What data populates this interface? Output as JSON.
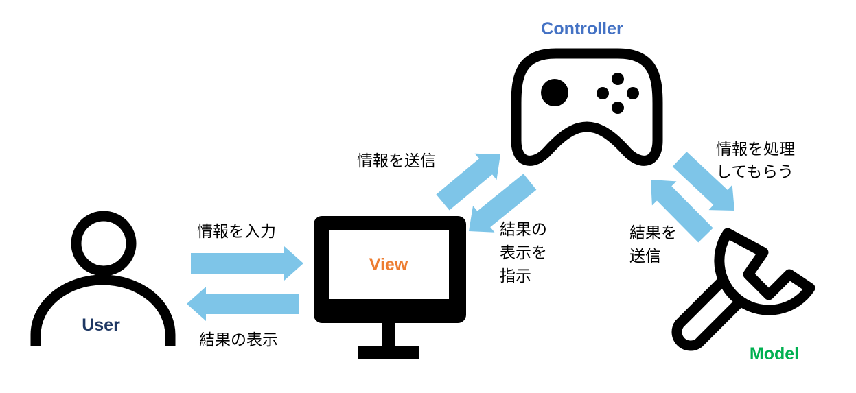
{
  "colors": {
    "arrow": "#7EC5E8",
    "icon": "#000000",
    "user_label": "#1F3864",
    "view_label": "#ED7D31",
    "controller_label": "#4472C4",
    "model_label": "#00B050"
  },
  "nodes": {
    "user": {
      "label": "User",
      "icon": "person-icon"
    },
    "view": {
      "label": "View",
      "icon": "monitor-icon"
    },
    "controller": {
      "label": "Controller",
      "icon": "gamepad-icon"
    },
    "model": {
      "label": "Model",
      "icon": "wrench-icon"
    }
  },
  "edges": {
    "user_to_view": {
      "lines": [
        "情報を入力"
      ]
    },
    "view_to_user": {
      "lines": [
        "結果の表示"
      ]
    },
    "view_to_controller": {
      "lines": [
        "情報を送信"
      ]
    },
    "controller_to_view": {
      "lines": [
        "結果の",
        "表示を",
        "指示"
      ]
    },
    "controller_to_model": {
      "lines": [
        "情報を処理",
        "してもらう"
      ]
    },
    "model_to_controller": {
      "lines": [
        "結果を",
        "送信"
      ]
    }
  }
}
